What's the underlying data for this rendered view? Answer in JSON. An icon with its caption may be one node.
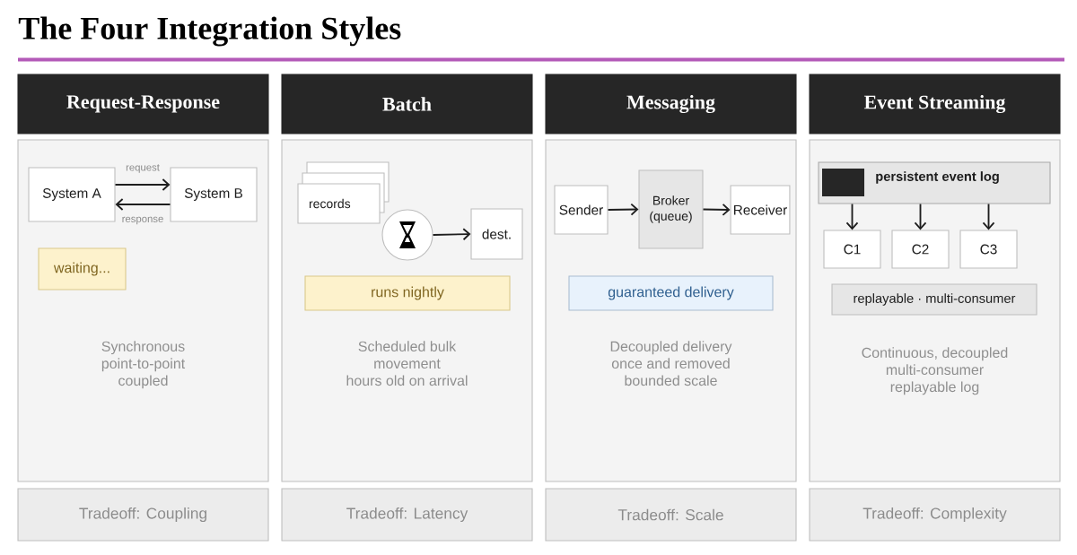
{
  "diagram": {
    "title": "The Four Integration Styles",
    "nodes": [
      {
        "text": [
          "Request-Response"
        ]
      },
      {
        "text": [
          "Synchronous",
          "point-to-point",
          "coupled"
        ]
      },
      {
        "text": [
          "System A"
        ],
        "in": 1
      },
      {
        "text": [
          "System B"
        ],
        "in": 1
      },
      {
        "text": [
          "waiting..."
        ],
        "in": 1
      },
      {
        "text": [
          "Tradeoff: Coupling"
        ]
      },
      {
        "text": [
          "Batch"
        ]
      },
      {
        "text": [
          "Scheduled bulk",
          "movement",
          "hours old on arrival"
        ]
      },
      {
        "text": [
          "records"
        ],
        "in": 7
      },
      {
        "text": [],
        "shape": "circle",
        "in": 7
      },
      {
        "text": [
          "dest."
        ],
        "in": 7
      },
      {
        "text": [
          "runs nightly"
        ],
        "in": 7
      },
      {
        "text": [
          "Tradeoff: Latency"
        ]
      },
      {
        "text": [
          "Messaging"
        ]
      },
      {
        "text": [
          "Decoupled delivery",
          "once and removed",
          "bounded scale"
        ]
      },
      {
        "text": [
          "Sender"
        ],
        "in": 14
      },
      {
        "text": [
          "Broker (queue)"
        ],
        "in": 14
      },
      {
        "text": [
          "Receiver"
        ],
        "in": 14
      },
      {
        "text": [
          "guaranteed delivery"
        ],
        "in": 14
      },
      {
        "text": [
          "Tradeoff: Scale"
        ]
      },
      {
        "text": [
          "Event Streaming"
        ]
      },
      {
        "text": [
          "Continuous, decoupled",
          "multi-consumer",
          "replayable log"
        ]
      },
      {
        "text": [
          "persistent event log"
        ],
        "in": 21
      },
      {
        "text": [
          "C1"
        ],
        "in": 21
      },
      {
        "text": [
          "C2"
        ],
        "in": 21
      },
      {
        "text": [
          "C3"
        ],
        "in": 21
      },
      {
        "text": [
          "replayable · multi-consumer"
        ],
        "in": 21
      },
      {
        "text": [
          "Tradeoff: Complexity"
        ]
      }
    ],
    "edges": [
      {
        "from": 2,
        "to": 3,
        "arrow": "to",
        "label": "request"
      },
      {
        "from": 3,
        "to": 2,
        "arrow": "to",
        "label": "response"
      },
      {
        "from": 9,
        "to": 10,
        "arrow": "to"
      },
      {
        "from": 15,
        "to": 16,
        "arrow": "to"
      },
      {
        "from": 16,
        "to": 17,
        "arrow": "to"
      },
      {
        "from": 22,
        "to": 23,
        "arrow": "to"
      },
      {
        "from": 22,
        "to": 24,
        "arrow": "to"
      },
      {
        "from": 22,
        "to": 25,
        "arrow": "to"
      }
    ]
  }
}
